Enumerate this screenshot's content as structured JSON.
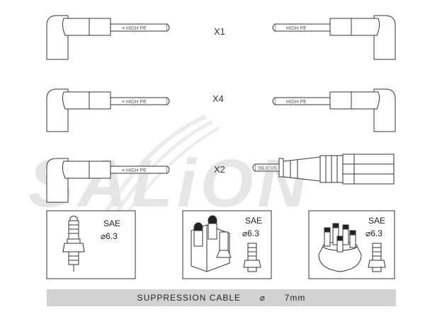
{
  "watermark": "SALiON",
  "cable_text_left": "≡ HIGH PE",
  "cable_text_right": "HIGH PE",
  "cable_text_bolt": "SILICUS",
  "rows": [
    {
      "quantity": "X1"
    },
    {
      "quantity": "X4"
    },
    {
      "quantity": "X2"
    }
  ],
  "terminals": [
    {
      "standard": "SAE",
      "diameter": "⌀6.3"
    },
    {
      "standard": "SAE",
      "diameter": "⌀6.3"
    },
    {
      "standard": "SAE",
      "diameter": "⌀6.3"
    }
  ],
  "footer": {
    "label": "SUPPRESSION CABLE",
    "symbol": "⌀",
    "size": "7mm"
  },
  "colors": {
    "line": "#333333",
    "watermark": "#e6e6e6",
    "footer_bg": "#d2d2d2"
  }
}
